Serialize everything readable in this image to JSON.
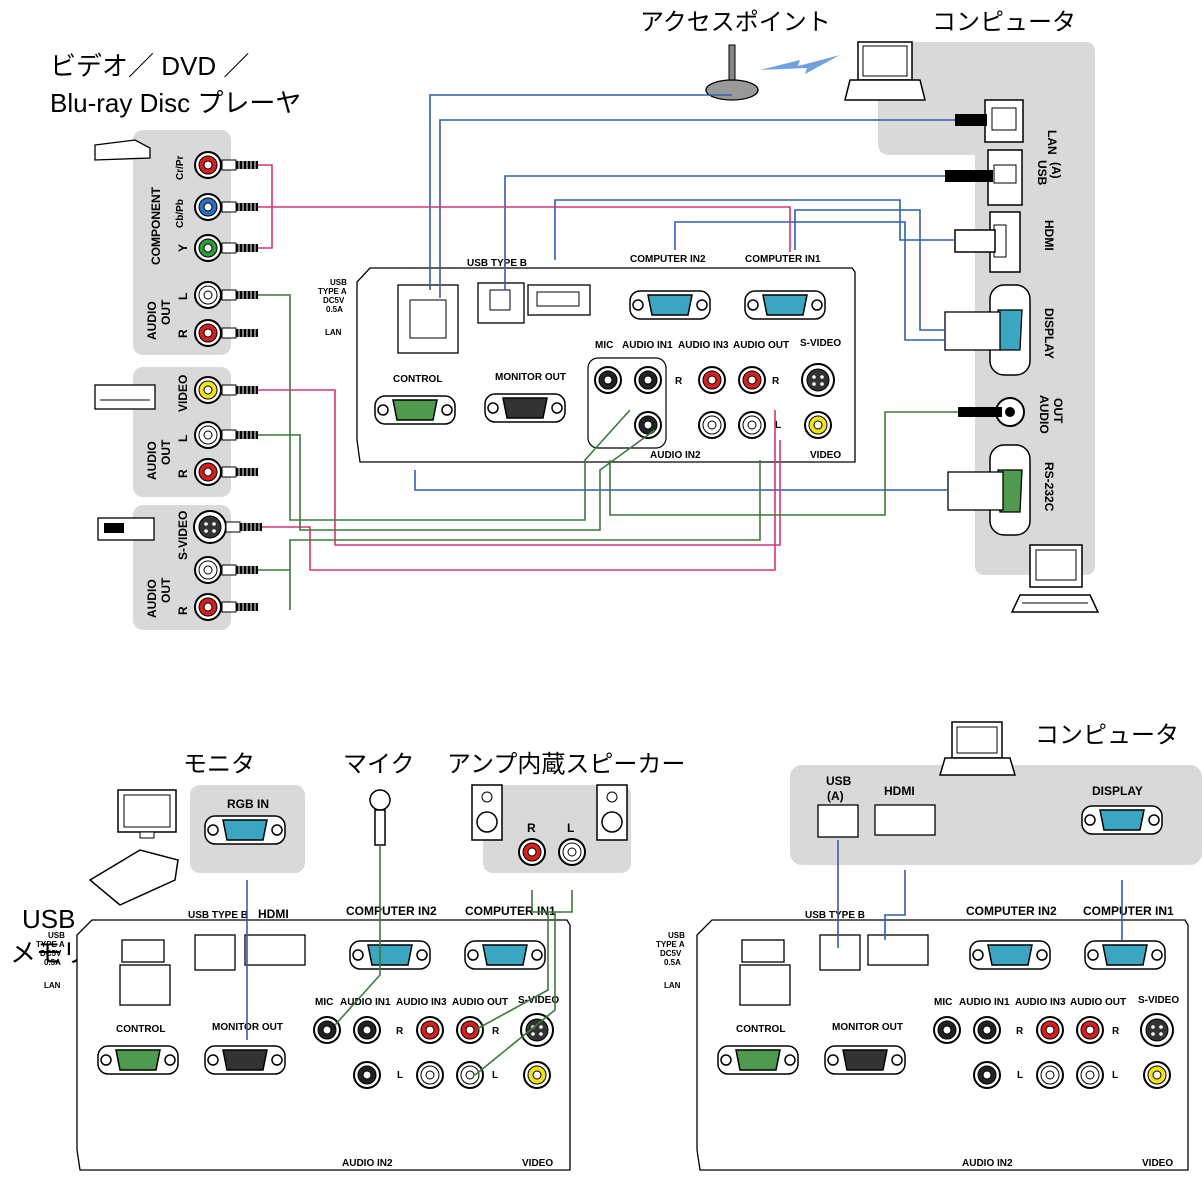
{
  "labels": {
    "top": {
      "access_point": "アクセスポイント",
      "computer": "コンピュータ",
      "player_line1": "ビデオ／ DVD ／",
      "player_line2": "Blu-ray Disc プレーヤ"
    },
    "bottom_left": {
      "monitor": "モニタ",
      "mic": "マイク",
      "speaker": "アンプ内蔵スピーカー",
      "usb_line1": "USB",
      "usb_line2": "メモリ",
      "rgb_in": "RGB IN",
      "r": "R",
      "l": "L"
    },
    "bottom_right": {
      "computer": "コンピュータ",
      "usb_a_line1": "USB",
      "usb_a_line2": "(A)",
      "hdmi": "HDMI",
      "display": "DISPLAY"
    }
  },
  "left_panel": {
    "component": "COMPONENT",
    "cr_pr": "Cr/Pr",
    "cb_pb": "Cb/Pb",
    "y": "Y",
    "audio": "AUDIO",
    "out": "OUT",
    "l": "L",
    "r": "R",
    "video": "VIDEO",
    "s_video": "S-VIDEO"
  },
  "right_panel": {
    "lan": "LAN",
    "usb": "USB",
    "usb_a": "(A)",
    "hdmi": "HDMI",
    "display": "DISPLAY",
    "audio": "AUDIO",
    "out": "OUT",
    "rs232c": "RS-232C"
  },
  "projector": {
    "usb_type_b": "USB TYPE B",
    "usb": "USB",
    "type_a": "TYPE A",
    "dc5v": "DC5V",
    "amp": "0.5A",
    "lan": "LAN",
    "hdmi": "HDMI",
    "computer_in2": "COMPUTER IN2",
    "computer_in1": "COMPUTER IN1",
    "control": "CONTROL",
    "monitor_out": "MONITOR OUT",
    "mic": "MIC",
    "audio_in1": "AUDIO IN1",
    "audio_in2": "AUDIO IN2",
    "audio_in3": "AUDIO IN3",
    "audio_out": "AUDIO OUT",
    "s_video": "S-VIDEO",
    "video": "VIDEO",
    "r": "R",
    "l": "L"
  },
  "colors": {
    "panel": "#d9d9d9",
    "cable_blue": "#2f5fb0",
    "cable_pink": "#d6337a",
    "cable_green": "#3a7a3a",
    "jack_red": "#d62020",
    "jack_green": "#2f9a3a",
    "jack_blue": "#2b6fc0",
    "jack_yellow": "#f2e21a",
    "connector_teal": "#3aa6c2",
    "connector_green": "#4f9a4f"
  }
}
